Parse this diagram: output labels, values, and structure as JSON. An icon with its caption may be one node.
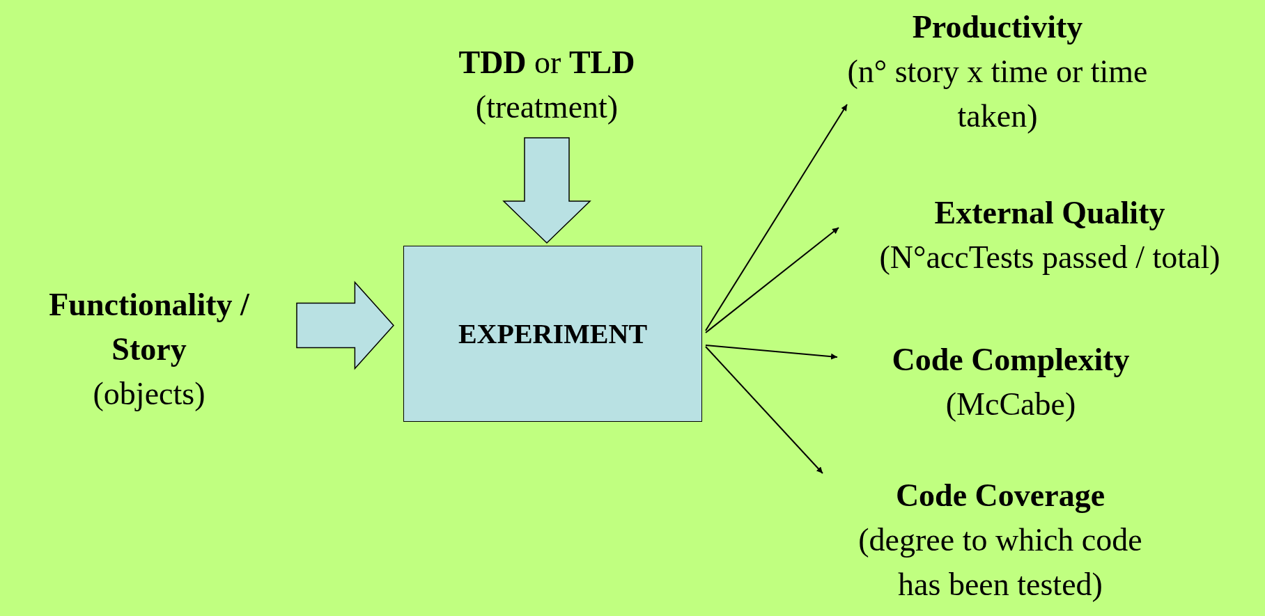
{
  "diagram": {
    "nodes": [
      {
        "text": [
          "**TDD** or **TLD**",
          "(treatment)"
        ]
      },
      {
        "text": [
          "Functionality / Story",
          "(objects)"
        ]
      },
      {
        "text": [
          "EXPERIMENT"
        ]
      },
      {
        "text": [
          "Productivity",
          "(n° story x time or time taken)"
        ]
      },
      {
        "text": [
          "External Quality",
          "(N°accTests passed / total)"
        ]
      },
      {
        "text": [
          "Code Complexity",
          "(McCabe)"
        ]
      },
      {
        "text": [
          "Code Coverage",
          "(degree to which code has been tested)"
        ]
      }
    ],
    "edges": [
      {
        "from": 0,
        "to": 2,
        "arrow": "to",
        "style": "thick"
      },
      {
        "from": 1,
        "to": 2,
        "arrow": "to",
        "style": "thick"
      },
      {
        "from": 2,
        "to": 3,
        "arrow": "to"
      },
      {
        "from": 2,
        "to": 4,
        "arrow": "to"
      },
      {
        "from": 2,
        "to": 5,
        "arrow": "to"
      },
      {
        "from": 2,
        "to": 6,
        "arrow": "to"
      }
    ]
  }
}
